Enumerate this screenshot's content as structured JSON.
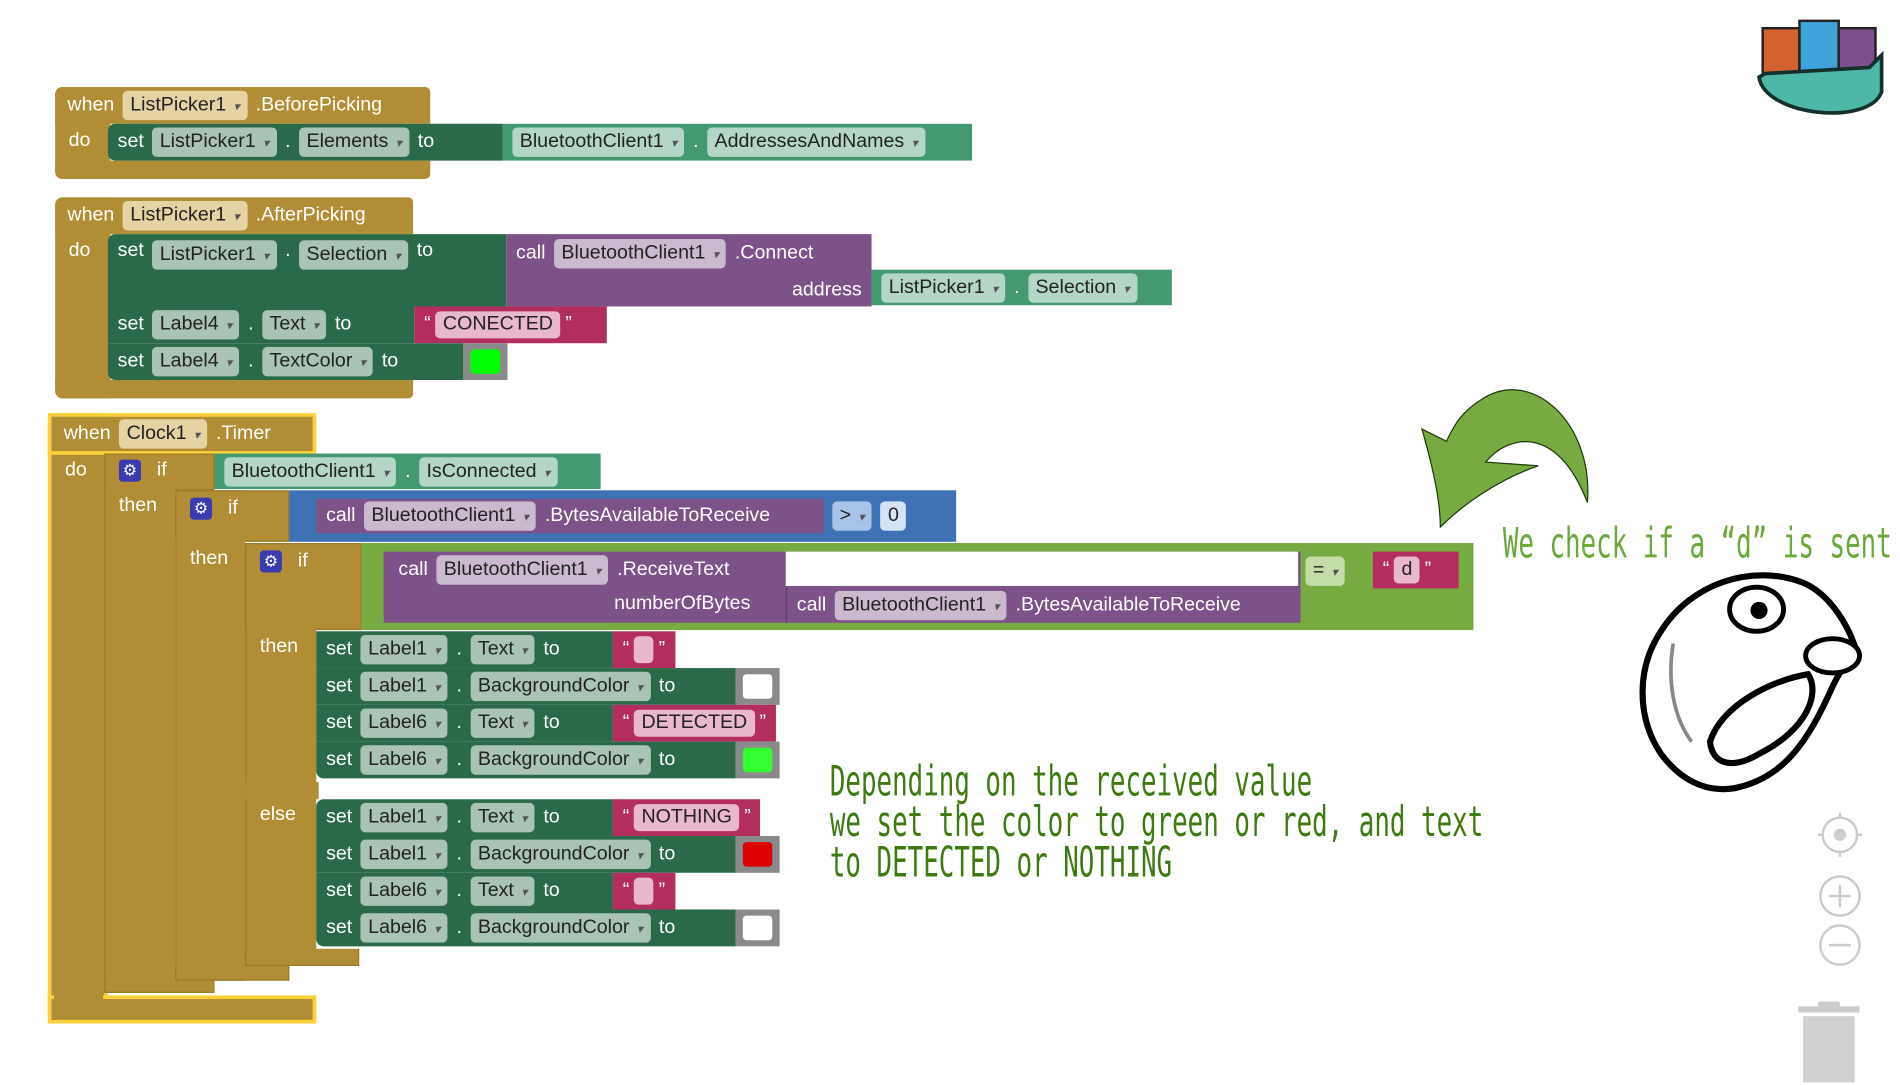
{
  "kw": {
    "when": "when",
    "do": "do",
    "set": "set",
    "to": "to",
    "call": "call",
    "if": "if",
    "then": "then",
    "else": "else",
    "dot": ".",
    "address": "address",
    "numberOfBytes": "numberOfBytes",
    "oq": "“",
    "cq": "”"
  },
  "before": {
    "comp": "ListPicker1",
    "event": ".BeforePicking",
    "set_comp": "ListPicker1",
    "set_prop": "Elements",
    "get_comp": "BluetoothClient1",
    "get_prop": "AddressesAndNames"
  },
  "after": {
    "comp": "ListPicker1",
    "event": ".AfterPicking",
    "set_comp": "ListPicker1",
    "set_prop": "Selection",
    "call_comp": "BluetoothClient1",
    "call_method": ".Connect",
    "arg_comp": "ListPicker1",
    "arg_prop": "Selection",
    "row2": {
      "comp": "Label4",
      "prop": "Text",
      "value": "CONECTED"
    },
    "row3": {
      "comp": "Label4",
      "prop": "TextColor",
      "color": "#00ff00"
    }
  },
  "timer": {
    "comp": "Clock1",
    "event": ".Timer",
    "if1": {
      "comp": "BluetoothClient1",
      "prop": "IsConnected"
    },
    "if2": {
      "comp": "BluetoothClient1",
      "method": ".BytesAvailableToReceive",
      "op": ">",
      "num": "0"
    },
    "if3": {
      "comp": "BluetoothClient1",
      "method": ".ReceiveText",
      "arg_comp": "BluetoothClient1",
      "arg_method": ".BytesAvailableToReceive",
      "op": "=",
      "text": "d"
    },
    "then_rows": [
      {
        "comp": "Label1",
        "prop": "Text",
        "value": ""
      },
      {
        "comp": "Label1",
        "prop": "BackgroundColor",
        "color": "#ffffff"
      },
      {
        "comp": "Label6",
        "prop": "Text",
        "value": "DETECTED"
      },
      {
        "comp": "Label6",
        "prop": "BackgroundColor",
        "color": "#33ff33"
      }
    ],
    "else_rows": [
      {
        "comp": "Label1",
        "prop": "Text",
        "value": "NOTHING"
      },
      {
        "comp": "Label1",
        "prop": "BackgroundColor",
        "color": "#dd0000"
      },
      {
        "comp": "Label6",
        "prop": "Text",
        "value": ""
      },
      {
        "comp": "Label6",
        "prop": "BackgroundColor",
        "color": "#ffffff"
      }
    ]
  },
  "notes": {
    "check": "We check if a “d” is sent",
    "depend": [
      "Depending on the received value",
      "we set the color to green or red, and text",
      "to DETECTED or NOTHING"
    ]
  },
  "colors": {
    "event": "#b18e35",
    "set": "#2a6a48",
    "component": "#439970",
    "call": "#7d5288",
    "text": "#b32d5e",
    "math": "#3f71b5",
    "logic": "#77ab41",
    "note_dark": "#3d7a0f",
    "note_light": "#6aa83a",
    "selected": "#fcd23a"
  }
}
